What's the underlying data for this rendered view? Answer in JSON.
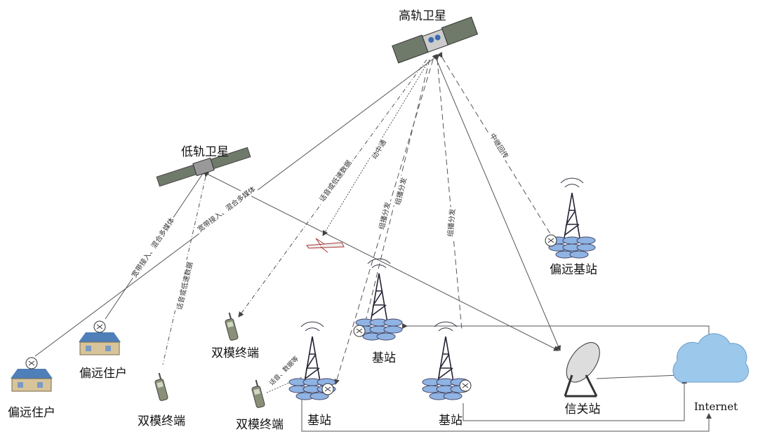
{
  "nodes": {
    "geo_satellite": "高轨卫星",
    "leo_satellite": "低轨卫星",
    "remote_home_1": "偏远住户",
    "remote_home_2": "偏远住户",
    "dual_terminal_1": "双模终端",
    "dual_terminal_2": "双模终端",
    "dual_terminal_3": "双模终端",
    "base_station_1": "基站",
    "base_station_2": "基站",
    "base_station_3": "基站",
    "remote_base_station": "偏远基站",
    "gateway_station": "信关站",
    "internet": "Internet"
  },
  "links": {
    "broadband_1": "宽带接入、混合多媒体",
    "broadband_2": "宽带接入、混合多媒体",
    "voice_low_rate_1": "话音或低速数据",
    "voice_low_rate_2": "话音或低速数据",
    "comm_on_move": "动中通",
    "multicast_1": "组播分发",
    "multicast_2": "组播分发",
    "multicast_3": "组播分发",
    "relay_backhaul": "中继回传",
    "voice_data": "话音、数据等"
  },
  "colors": {
    "tile": "#8fb4e3",
    "cloud": "#9cc8ec",
    "satellite": "#707a6a",
    "line": "#555555"
  }
}
